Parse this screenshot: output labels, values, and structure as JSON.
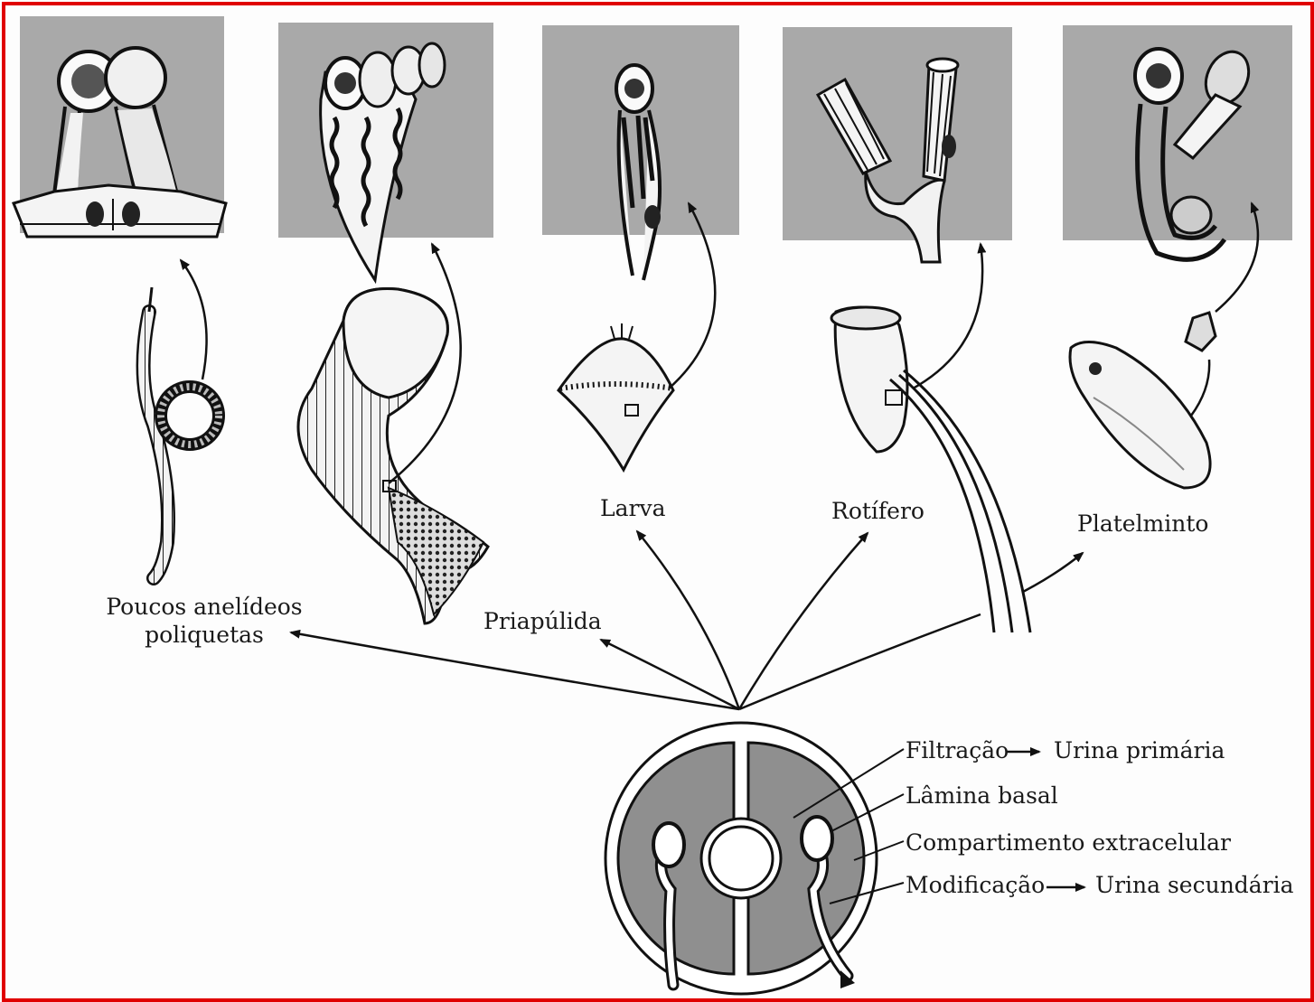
{
  "colors": {
    "border": "#e00000",
    "panel": "#a9a9a9",
    "ink": "#111111",
    "grey_fill": "#8f8f8f"
  },
  "organisms": {
    "poliquetas": {
      "line1": "Poucos anelídeos",
      "line2": "poliquetas"
    },
    "priapulida": "Priapúlida",
    "larva": "Larva",
    "rotifero": "Rotífero",
    "platelminto": "Platelminto"
  },
  "annotations": {
    "filtracao": "Filtração",
    "urina_primaria": "Urina primária",
    "lamina_basal": "Lâmina basal",
    "compartimento": "Compartimento extracelular",
    "modificacao": "Modificação",
    "urina_secundaria": "Urina secundária"
  }
}
